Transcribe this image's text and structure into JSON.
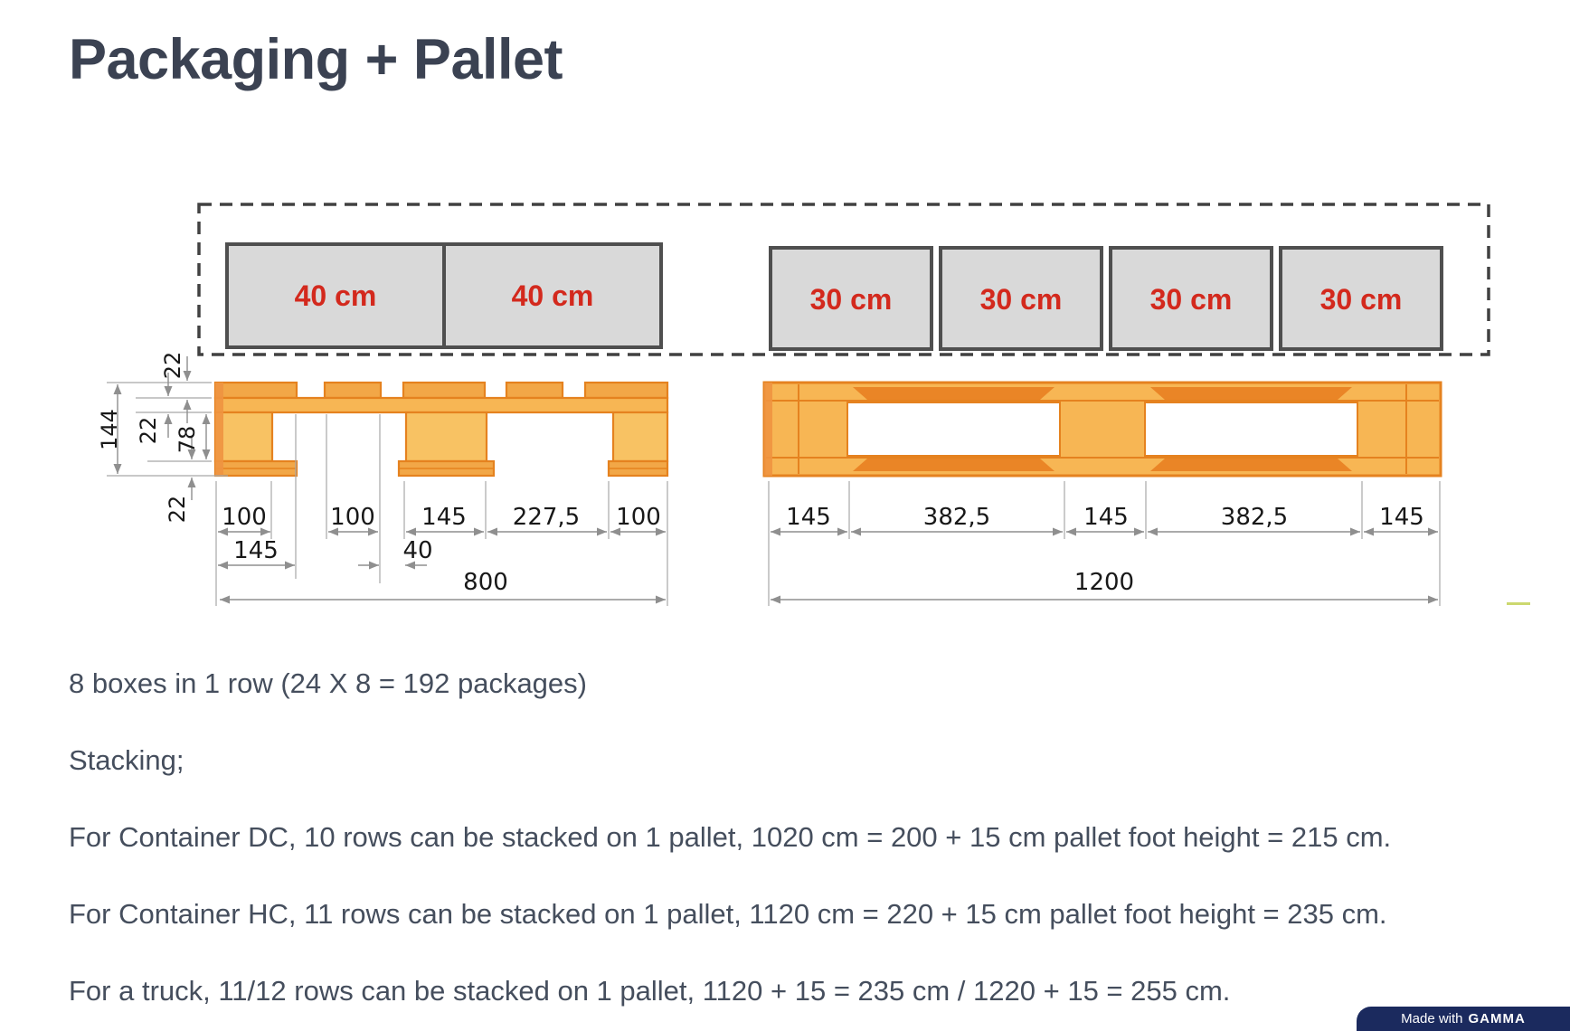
{
  "page": {
    "title": "Packaging + Pallet",
    "background": "#ffffff",
    "title_color": "#3b4252",
    "text_color": "#454e5d"
  },
  "diagram": {
    "outline_color": "#414141",
    "box_fill": "#d9d9d9",
    "box_border": "#4f4f4f",
    "box_label_color": "#d3291d",
    "pallet_colors": {
      "fill": "#f7b654",
      "board_fill": "#f2a747",
      "block_fill": "#f8c263",
      "edge_fill": "#ee9440",
      "outline": "#e5821f",
      "inner_dark": "#ea8526"
    },
    "dim_colors": {
      "line": "#8f8f8f",
      "extension": "#a8a8a8",
      "text": "#181818"
    },
    "top_row_boxes": {
      "left": [
        "40 cm",
        "40 cm"
      ],
      "right": [
        "30 cm",
        "30 cm",
        "30 cm",
        "30 cm"
      ]
    },
    "left_pallet_dims": {
      "row1": [
        "100",
        "100",
        "145",
        "227,5",
        "100"
      ],
      "row2": [
        "145",
        "40"
      ],
      "overall": "800",
      "vertical": {
        "top_board": "22",
        "total": "144",
        "deck": "22",
        "block": "78",
        "bottom_board": "22"
      }
    },
    "right_pallet_dims": {
      "row1": [
        "145",
        "382,5",
        "145",
        "382,5",
        "145"
      ],
      "overall": "1200"
    }
  },
  "notes": [
    "8 boxes in 1 row (24 X 8 = 192 packages)",
    "Stacking;",
    "For Container DC, 10 rows can be stacked on 1 pallet, 1020 cm = 200 + 15 cm pallet foot height = 215 cm.",
    "For Container HC, 11 rows can be stacked on 1 pallet, 1120 cm = 220 + 15 cm pallet foot height = 235 cm.",
    "For a truck, 11/12 rows can be stacked on 1 pallet, 1120 + 15 = 235 cm / 1220 + 15 = 255 cm."
  ],
  "badge": {
    "prefix": "Made with",
    "brand": "GAMMA",
    "bg": "#1b2a5e",
    "text_color": "#ffffff"
  }
}
